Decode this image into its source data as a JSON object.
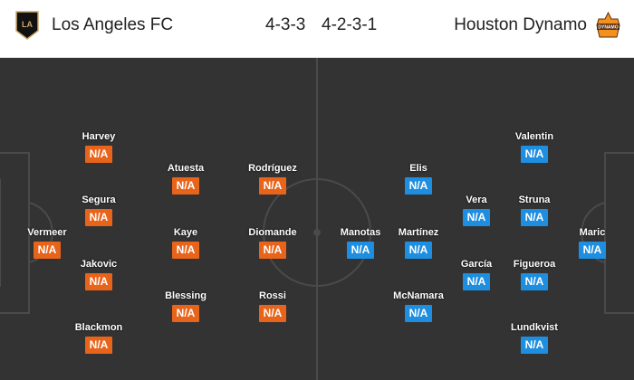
{
  "match": {
    "home": {
      "name": "Los Angeles FC",
      "formation": "4-3-3",
      "logo_text": "LA",
      "color": "#e8641b"
    },
    "away": {
      "name": "Houston Dynamo",
      "formation": "4-2-3-1",
      "logo_text": "DYNAMO",
      "color": "#1e8ee0"
    }
  },
  "pitch": {
    "background": "#333333",
    "line_color": "#4a4a4a"
  },
  "home_players": [
    {
      "name": "Vermeer",
      "rating": "N/A"
    },
    {
      "name": "Harvey",
      "rating": "N/A"
    },
    {
      "name": "Segura",
      "rating": "N/A"
    },
    {
      "name": "Jakovic",
      "rating": "N/A"
    },
    {
      "name": "Blackmon",
      "rating": "N/A"
    },
    {
      "name": "Atuesta",
      "rating": "N/A"
    },
    {
      "name": "Kaye",
      "rating": "N/A"
    },
    {
      "name": "Blessing",
      "rating": "N/A"
    },
    {
      "name": "Rodríguez",
      "rating": "N/A"
    },
    {
      "name": "Diomande",
      "rating": "N/A"
    },
    {
      "name": "Rossi",
      "rating": "N/A"
    }
  ],
  "away_players": [
    {
      "name": "Manotas",
      "rating": "N/A"
    },
    {
      "name": "Elis",
      "rating": "N/A"
    },
    {
      "name": "Martínez",
      "rating": "N/A"
    },
    {
      "name": "McNamara",
      "rating": "N/A"
    },
    {
      "name": "Vera",
      "rating": "N/A"
    },
    {
      "name": "García",
      "rating": "N/A"
    },
    {
      "name": "Valentin",
      "rating": "N/A"
    },
    {
      "name": "Struna",
      "rating": "N/A"
    },
    {
      "name": "Figueroa",
      "rating": "N/A"
    },
    {
      "name": "Lundkvist",
      "rating": "N/A"
    },
    {
      "name": "Maric",
      "rating": "N/A"
    }
  ]
}
